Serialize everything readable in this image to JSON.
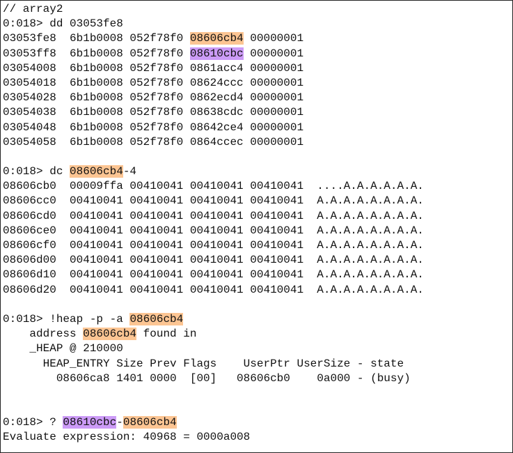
{
  "colors": {
    "orange": "#fcc593",
    "purple": "#cc9bf7"
  },
  "lines": [
    [
      {
        "t": "// array2"
      }
    ],
    [
      {
        "t": "0:018> dd 03053fe8"
      }
    ],
    [
      {
        "t": "03053fe8  6b1b0008 052f78f0 "
      },
      {
        "t": "08606cb4",
        "h": "orange"
      },
      {
        "t": " 00000001"
      }
    ],
    [
      {
        "t": "03053ff8  6b1b0008 052f78f0 "
      },
      {
        "t": "08610cbc",
        "h": "purple"
      },
      {
        "t": " 00000001"
      }
    ],
    [
      {
        "t": "03054008  6b1b0008 052f78f0 0861acc4 00000001"
      }
    ],
    [
      {
        "t": "03054018  6b1b0008 052f78f0 08624ccc 00000001"
      }
    ],
    [
      {
        "t": "03054028  6b1b0008 052f78f0 0862ecd4 00000001"
      }
    ],
    [
      {
        "t": "03054038  6b1b0008 052f78f0 08638cdc 00000001"
      }
    ],
    [
      {
        "t": "03054048  6b1b0008 052f78f0 08642ce4 00000001"
      }
    ],
    [
      {
        "t": "03054058  6b1b0008 052f78f0 0864ccec 00000001"
      }
    ],
    [
      {
        "t": ""
      }
    ],
    [
      {
        "t": "0:018> dc "
      },
      {
        "t": "08606cb4",
        "h": "orange"
      },
      {
        "t": "-4"
      }
    ],
    [
      {
        "t": "08606cb0  00009ffa 00410041 00410041 00410041  ....A.A.A.A.A.A."
      }
    ],
    [
      {
        "t": "08606cc0  00410041 00410041 00410041 00410041  A.A.A.A.A.A.A.A."
      }
    ],
    [
      {
        "t": "08606cd0  00410041 00410041 00410041 00410041  A.A.A.A.A.A.A.A."
      }
    ],
    [
      {
        "t": "08606ce0  00410041 00410041 00410041 00410041  A.A.A.A.A.A.A.A."
      }
    ],
    [
      {
        "t": "08606cf0  00410041 00410041 00410041 00410041  A.A.A.A.A.A.A.A."
      }
    ],
    [
      {
        "t": "08606d00  00410041 00410041 00410041 00410041  A.A.A.A.A.A.A.A."
      }
    ],
    [
      {
        "t": "08606d10  00410041 00410041 00410041 00410041  A.A.A.A.A.A.A.A."
      }
    ],
    [
      {
        "t": "08606d20  00410041 00410041 00410041 00410041  A.A.A.A.A.A.A.A."
      }
    ],
    [
      {
        "t": ""
      }
    ],
    [
      {
        "t": "0:018> !heap -p -a "
      },
      {
        "t": "08606cb4",
        "h": "orange"
      }
    ],
    [
      {
        "t": "    address "
      },
      {
        "t": "08606cb4",
        "h": "orange"
      },
      {
        "t": " found in"
      }
    ],
    [
      {
        "t": "    _HEAP @ 210000"
      }
    ],
    [
      {
        "t": "      HEAP_ENTRY Size Prev Flags    UserPtr UserSize - state"
      }
    ],
    [
      {
        "t": "        08606ca8 1401 0000  [00]   08606cb0    0a000 - (busy)"
      }
    ],
    [
      {
        "t": ""
      }
    ],
    [
      {
        "t": ""
      }
    ],
    [
      {
        "t": "0:018> ? "
      },
      {
        "t": "08610cbc",
        "h": "purple"
      },
      {
        "t": "-"
      },
      {
        "t": "08606cb4",
        "h": "orange"
      }
    ],
    [
      {
        "t": "Evaluate expression: 40968 = 0000a008"
      }
    ]
  ]
}
